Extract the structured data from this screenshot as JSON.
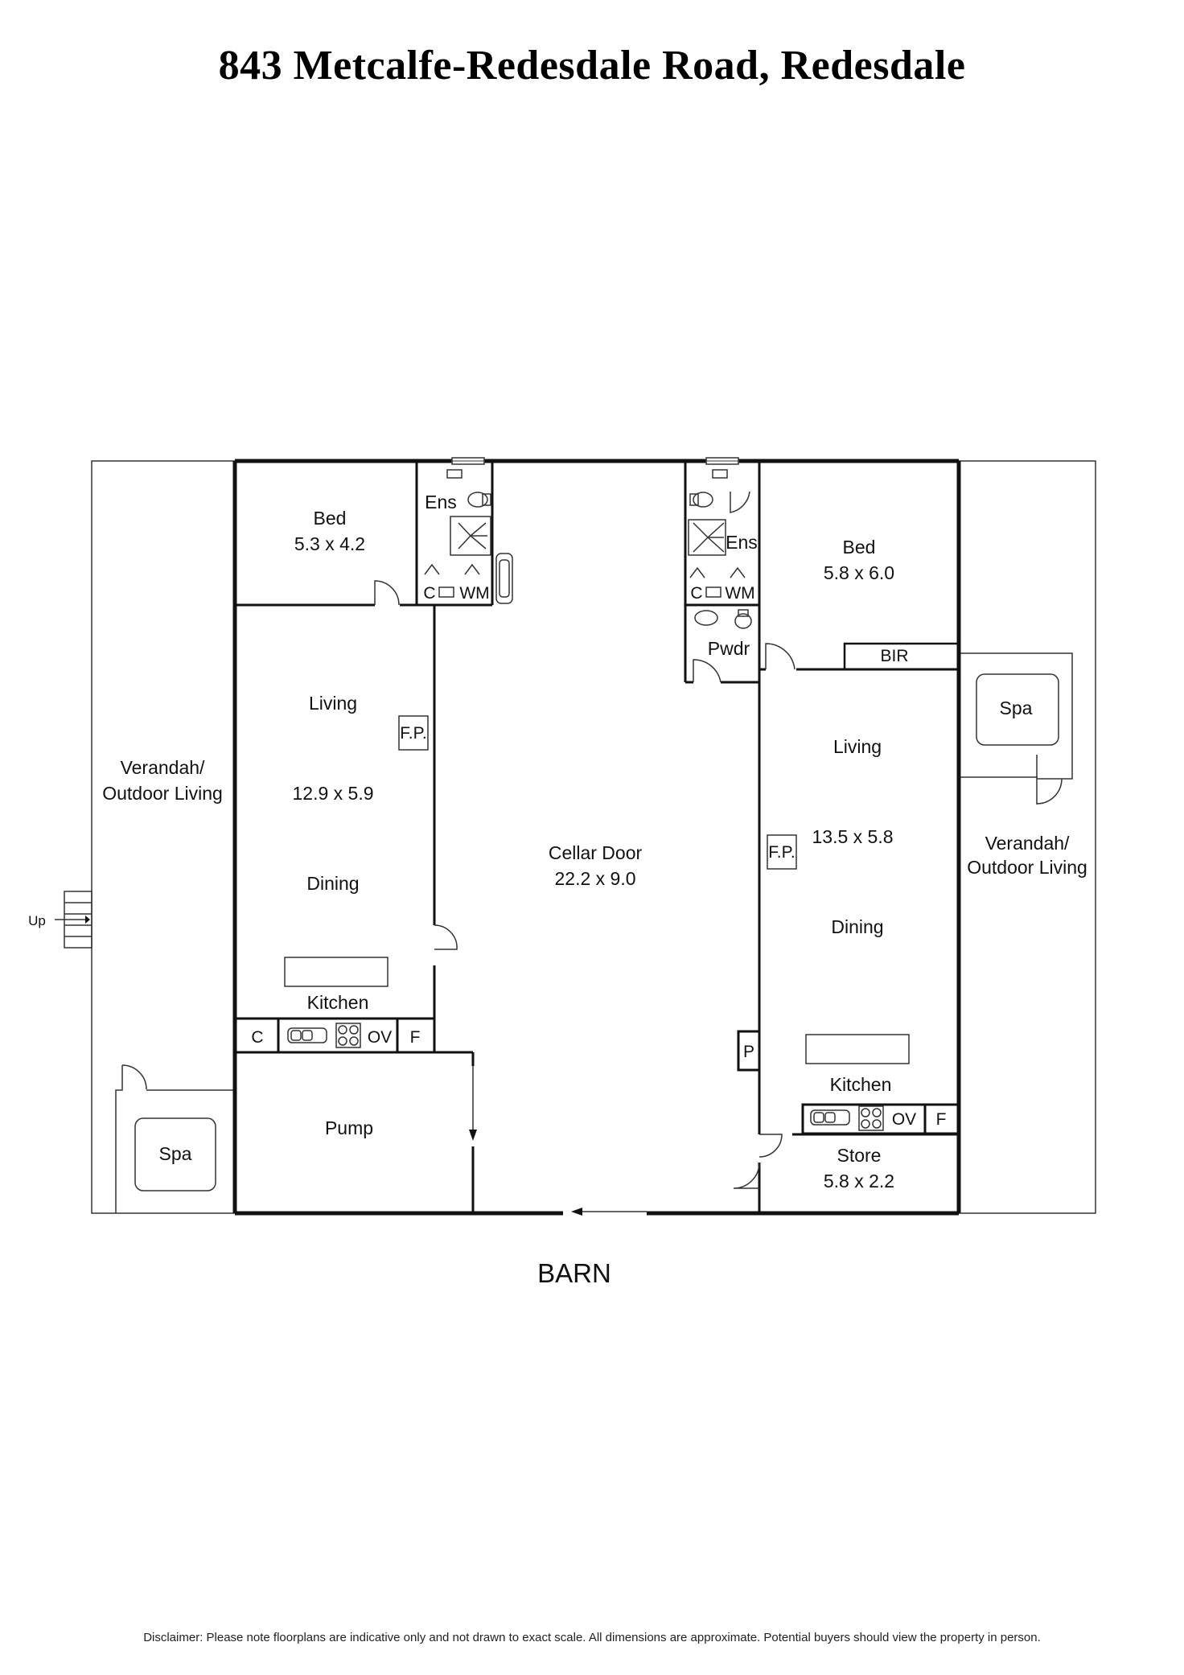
{
  "title": "843 Metcalfe-Redesdale Road, Redesdale",
  "building_label": "BARN",
  "disclaimer": "Disclaimer: Please note floorplans are indicative only and not drawn to exact scale. All dimensions are approximate. Potential buyers should view the property in person.",
  "rooms": {
    "bed_left": {
      "name": "Bed",
      "dims": "5.3 x 4.2"
    },
    "ens_left": {
      "name": "Ens"
    },
    "living_left": {
      "name": "Living",
      "dims": "12.9 x 5.9",
      "dining": "Dining"
    },
    "kitchen_left": {
      "name": "Kitchen"
    },
    "pump": {
      "name": "Pump"
    },
    "cellar": {
      "name": "Cellar Door",
      "dims": "22.2 x 9.0"
    },
    "ens_right": {
      "name": "Ens"
    },
    "pwdr": {
      "name": "Pwdr"
    },
    "bed_right": {
      "name": "Bed",
      "dims": "5.8 x 6.0"
    },
    "bir": {
      "name": "BIR"
    },
    "living_right": {
      "name": "Living",
      "dims": "13.5 x 5.8",
      "dining": "Dining"
    },
    "kitchen_right": {
      "name": "Kitchen"
    },
    "store": {
      "name": "Store",
      "dims": "5.8 x 2.2"
    },
    "verandah_left": {
      "line1": "Verandah/",
      "line2": "Outdoor Living"
    },
    "verandah_right": {
      "line1": "Verandah/",
      "line2": "Outdoor Living"
    },
    "spa_left": {
      "name": "Spa"
    },
    "spa_right": {
      "name": "Spa"
    }
  },
  "fixtures": {
    "fp": "F.P.",
    "c": "C",
    "wm": "WM",
    "ov": "OV",
    "f": "F",
    "p": "P",
    "up": "Up"
  }
}
